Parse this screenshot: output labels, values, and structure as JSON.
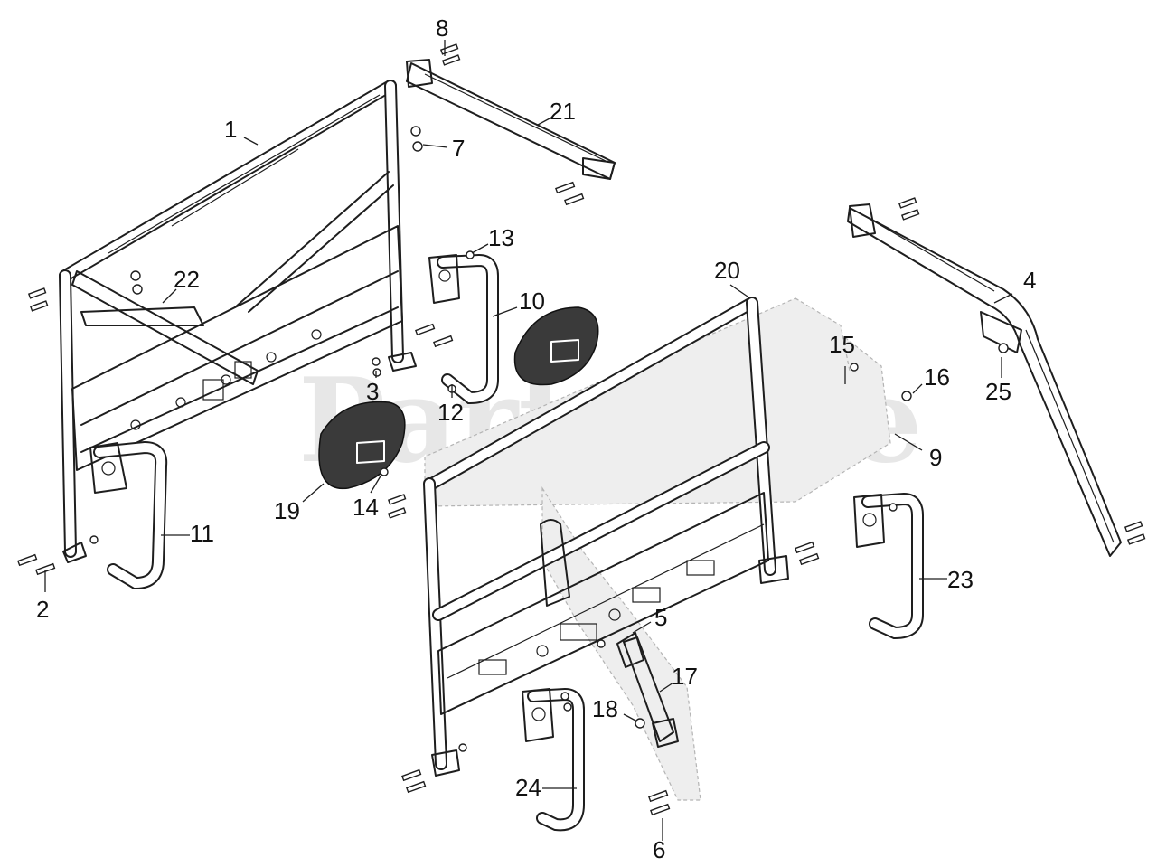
{
  "watermark": "PartsTree",
  "callouts": [
    {
      "id": "1",
      "text": "1"
    },
    {
      "id": "2",
      "text": "2"
    },
    {
      "id": "3",
      "text": "3"
    },
    {
      "id": "4",
      "text": "4"
    },
    {
      "id": "5",
      "text": "5"
    },
    {
      "id": "6",
      "text": "6"
    },
    {
      "id": "7",
      "text": "7"
    },
    {
      "id": "8",
      "text": "8"
    },
    {
      "id": "9",
      "text": "9"
    },
    {
      "id": "10",
      "text": "10"
    },
    {
      "id": "11",
      "text": "11"
    },
    {
      "id": "12",
      "text": "12"
    },
    {
      "id": "13",
      "text": "13"
    },
    {
      "id": "14",
      "text": "14"
    },
    {
      "id": "15",
      "text": "15"
    },
    {
      "id": "16",
      "text": "16"
    },
    {
      "id": "17",
      "text": "17"
    },
    {
      "id": "18",
      "text": "18"
    },
    {
      "id": "19",
      "text": "19"
    },
    {
      "id": "20",
      "text": "20"
    },
    {
      "id": "21",
      "text": "21"
    },
    {
      "id": "22",
      "text": "22"
    },
    {
      "id": "23",
      "text": "23"
    },
    {
      "id": "24",
      "text": "24"
    },
    {
      "id": "25",
      "text": "25"
    }
  ]
}
